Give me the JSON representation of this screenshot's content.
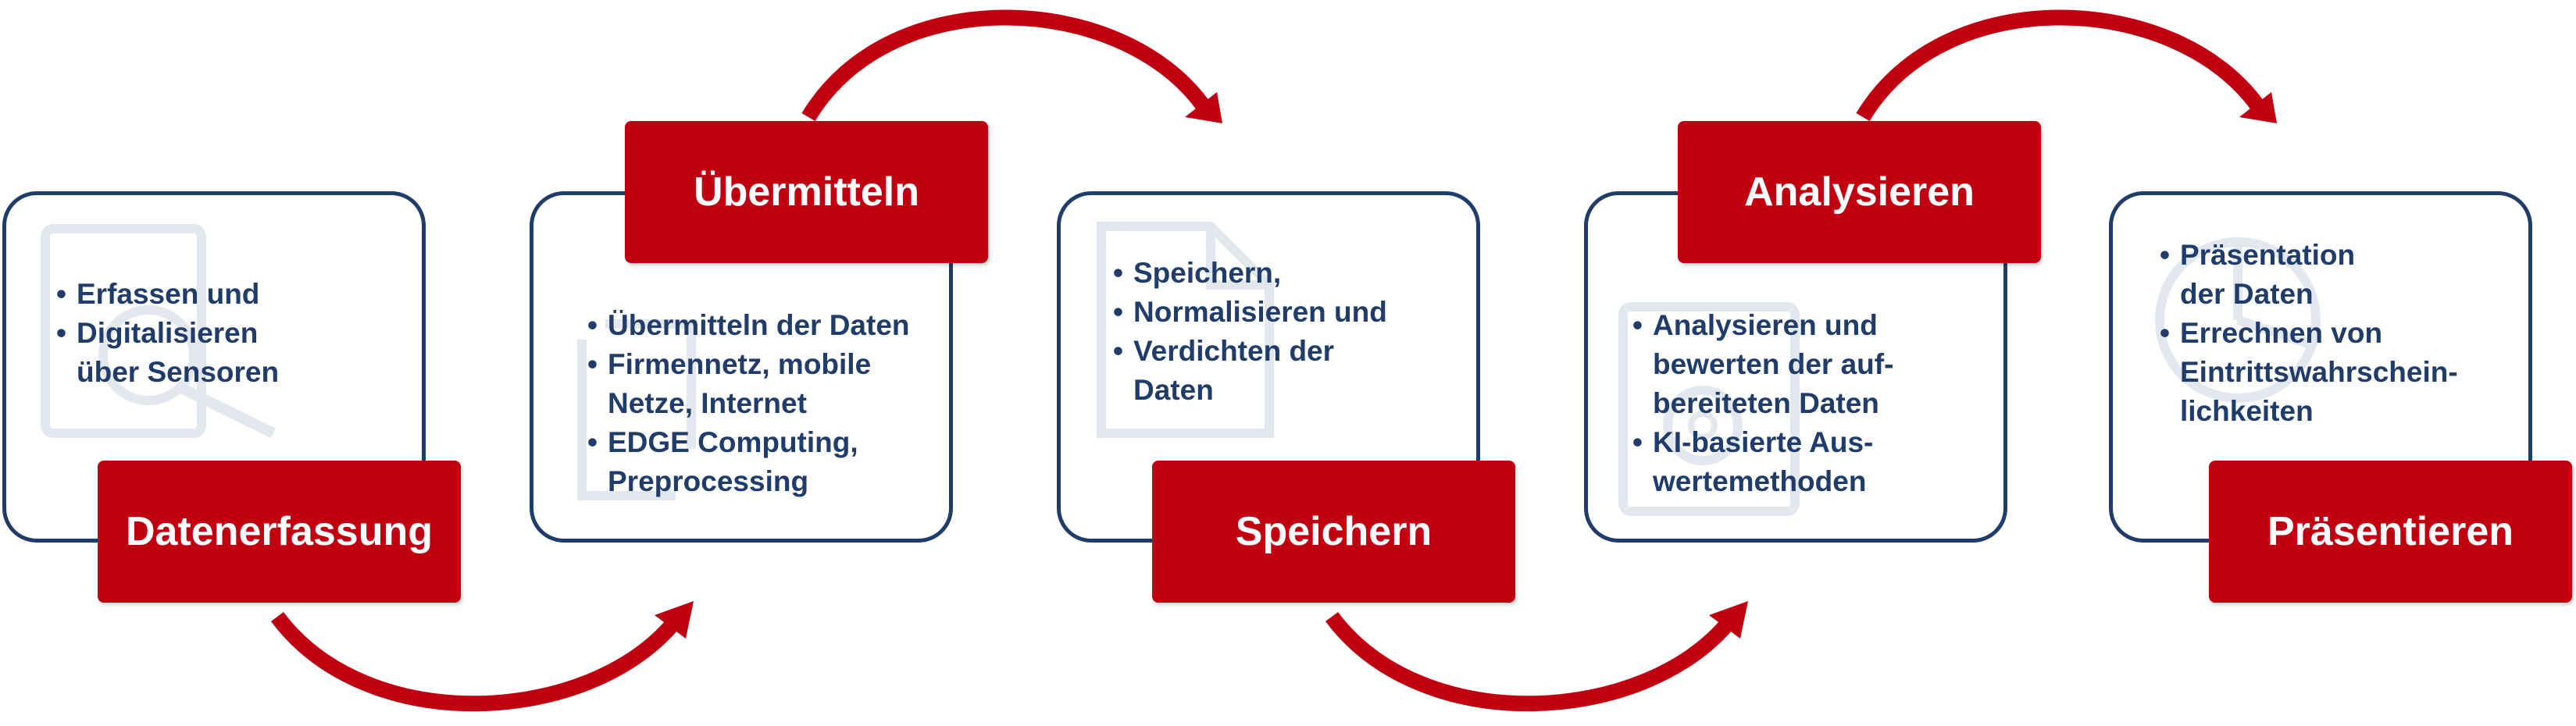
{
  "colors": {
    "box_border": "#1f3c6a",
    "label_bg": "#c00010",
    "arrow": "#c00010",
    "text": "#1f3c6a",
    "watermark": "#e3e8ef"
  },
  "stages": [
    {
      "label": "Datenerfassung",
      "icon": "magnifier-document-icon",
      "bullets": [
        "Erfassen und",
        "Digitalisieren\nüber Sensoren"
      ]
    },
    {
      "label": "Übermitteln",
      "icon": "transfer-icon",
      "bullets": [
        "Übermitteln der Daten",
        "Firmennetz, mobile\nNetze, Internet",
        "EDGE Computing,\nPreprocessing"
      ]
    },
    {
      "label": "Speichern",
      "icon": "document-icon",
      "bullets": [
        "Speichern,",
        "Normalisieren und",
        "Verdichten der\nDaten"
      ]
    },
    {
      "label": "Analysieren",
      "icon": "gear-document-icon",
      "bullets": [
        "Analysieren und\nbewerten der auf-\nbereiteten Daten",
        "KI-basierte Aus-\nwertemethoden"
      ]
    },
    {
      "label": "Präsentieren",
      "icon": "pie-chart-icon",
      "bullets": [
        "Präsentation\nder Daten",
        "Errechnen von\nEintrittswahrschein-\nlichkeiten"
      ]
    }
  ]
}
